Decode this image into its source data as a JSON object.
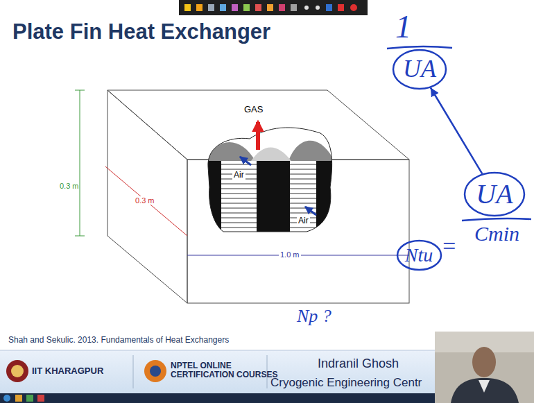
{
  "diagram": {
    "title": "Plate Fin Heat Exchanger",
    "nodes": [
      {
        "text": [
          "UA"
        ]
      },
      {
        "text": [
          "Ntu"
        ]
      },
      {
        "text": [
          "UA"
        ]
      }
    ],
    "edges": [
      {
        "from": 2,
        "to": 0,
        "arrow": "to"
      }
    ],
    "labels": [
      "1",
      "GAS",
      "Air",
      "Air",
      "0.3 m",
      "0.3 m",
      "1.0 m",
      "=",
      "Cmin",
      "Np ?",
      "Shah and Sekulic. 2013. Fundamentals of Heat Exchangers",
      "IIT KHARAGPUR",
      "NPTEL ONLINE CERTIFICATION COURSES",
      "Indranil Ghosh",
      "Cryogenic Engineering Centr"
    ]
  }
}
